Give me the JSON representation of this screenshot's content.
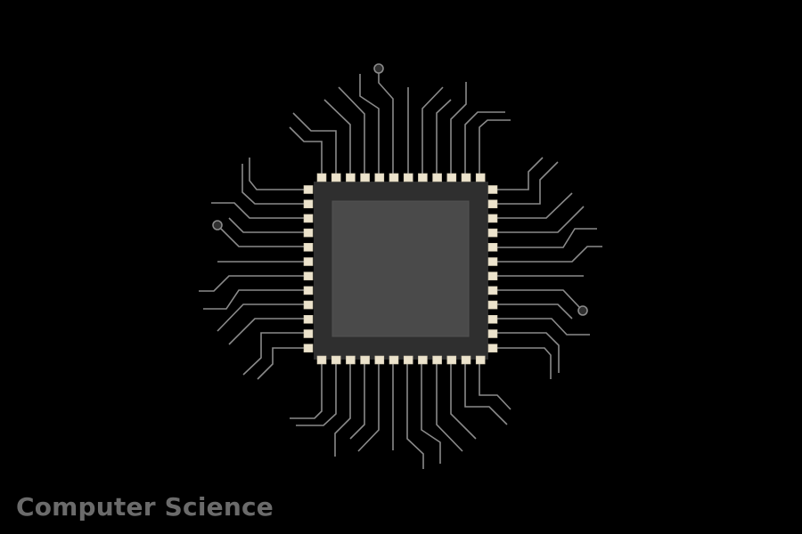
{
  "caption": "Computer Science",
  "colors": {
    "background": "#000000",
    "chip_body": "#2f2f2f",
    "chip_die": "#4a4a4a",
    "pads": "#ece3cc",
    "traces": "#8a8a8a",
    "caption": "#6b6b6b"
  },
  "illustration": {
    "subject": "microchip-cpu-icon",
    "pins_per_side": 12,
    "vias": 3
  }
}
